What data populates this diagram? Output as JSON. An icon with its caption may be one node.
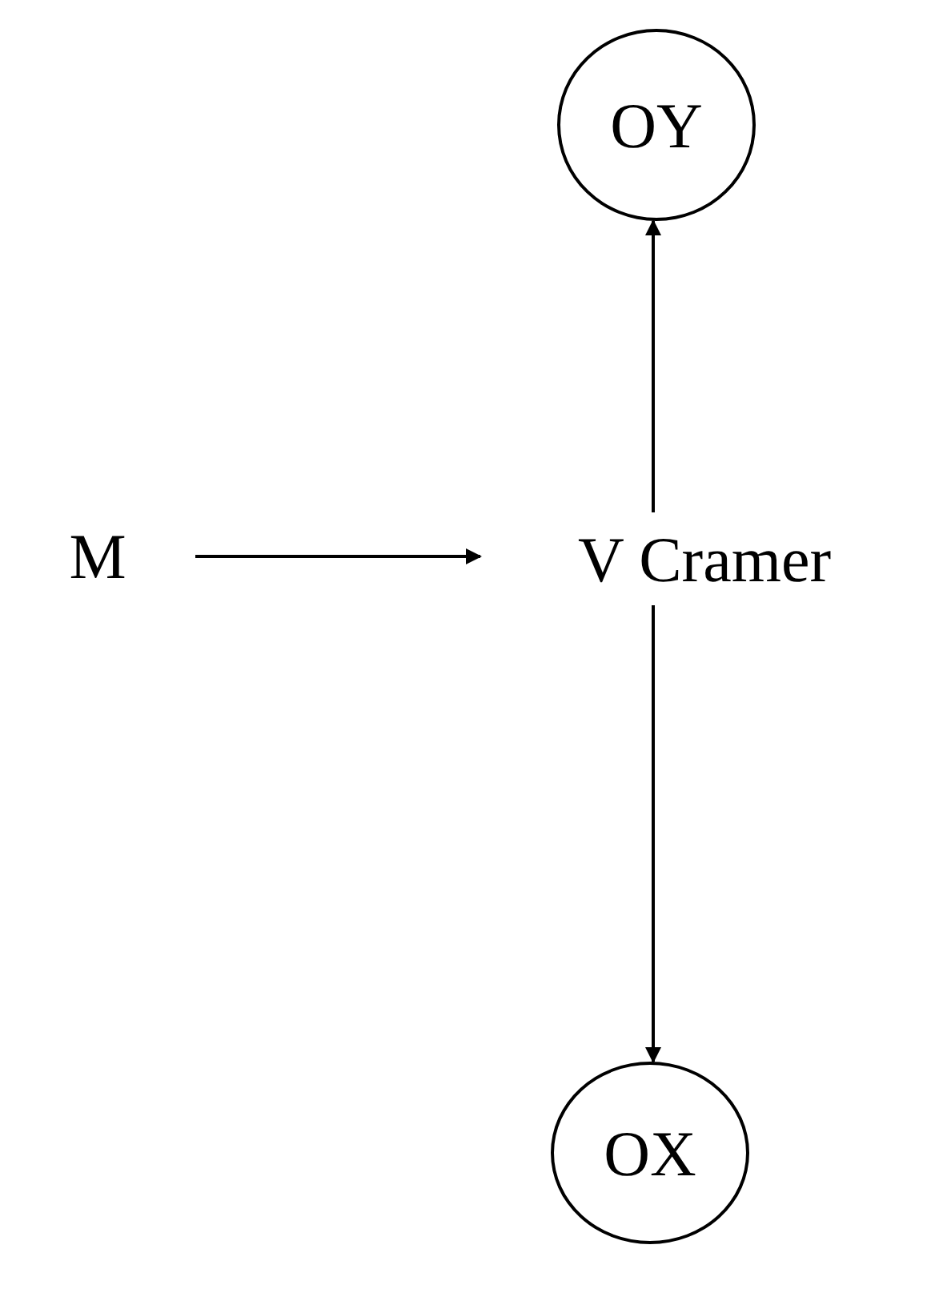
{
  "diagram": {
    "nodes": [
      {
        "text": [
          "OY"
        ]
      },
      {
        "text": [
          "M"
        ]
      },
      {
        "text": [
          "V Cramer"
        ]
      },
      {
        "text": [
          "OX"
        ]
      }
    ],
    "edges": [
      {
        "from": 1,
        "to": 2,
        "arrow": "to"
      },
      {
        "from": 2,
        "to": 0,
        "arrow": "to"
      },
      {
        "from": 2,
        "to": 3,
        "arrow": "to"
      }
    ]
  }
}
